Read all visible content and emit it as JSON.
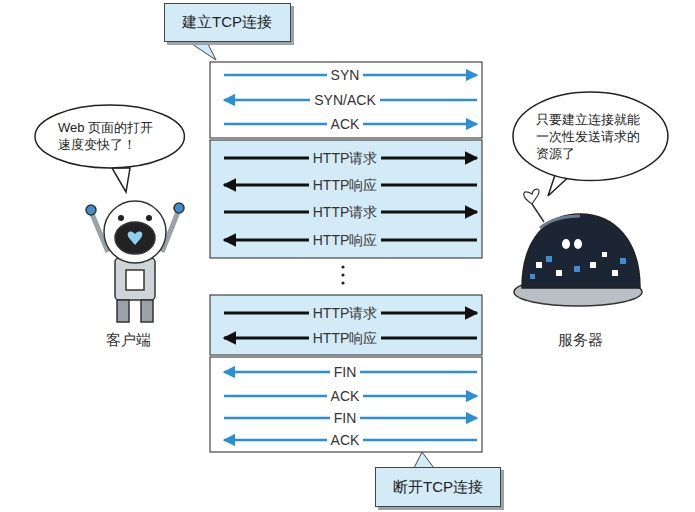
{
  "diagram": {
    "nodes": [
      {
        "text": [
          "建立TCP连接"
        ]
      },
      {
        "text": [
          "Web 页面的打开 速度变快了！"
        ]
      },
      {
        "text": [
          "只要建立连接就能 一次性发送请求的 资源了"
        ]
      },
      {
        "text": [
          "断开TCP连接"
        ]
      }
    ],
    "labels": [
      "SYN",
      "SYN/ACK",
      "ACK",
      "HTTP请求",
      "HTTP响应",
      "HTTP请求",
      "HTTP响应",
      "HTTP请求",
      "HTTP响应",
      "FIN",
      "ACK",
      "FIN",
      "ACK",
      "客户端",
      "服务器"
    ]
  }
}
